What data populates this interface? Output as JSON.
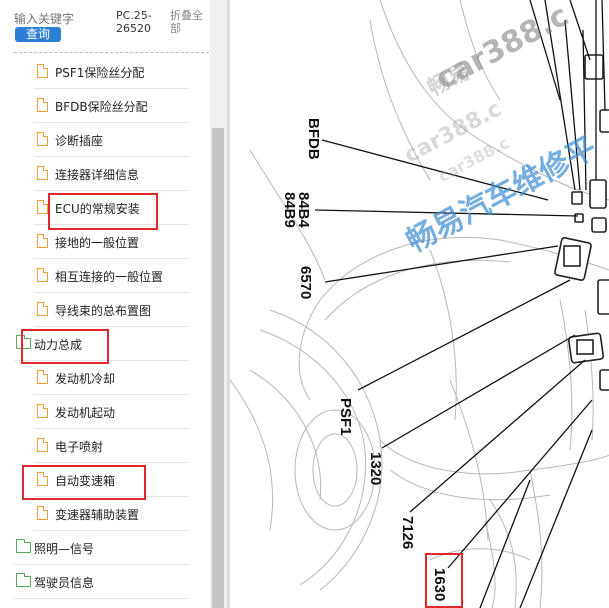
{
  "search": {
    "placeholder": "输入关键字",
    "button_label": "查询"
  },
  "model_code": "PC.25-26520",
  "collapse_all": "折叠全部",
  "tree": [
    {
      "label": "PSF1保险丝分配",
      "type": "doc"
    },
    {
      "label": "BFDB保险丝分配",
      "type": "doc"
    },
    {
      "label": "诊断插座",
      "type": "doc"
    },
    {
      "label": "连接器详细信息",
      "type": "doc"
    },
    {
      "label": "ECU的常规安装",
      "type": "doc",
      "highlighted": true
    },
    {
      "label": "接地的一般位置",
      "type": "doc"
    },
    {
      "label": "相互连接的一般位置",
      "type": "doc"
    },
    {
      "label": "导线束的总布置图",
      "type": "doc"
    },
    {
      "label": "动力总成",
      "type": "folder",
      "highlighted": true
    },
    {
      "label": "发动机冷却",
      "type": "doc"
    },
    {
      "label": "发动机起动",
      "type": "doc"
    },
    {
      "label": "电子喷射",
      "type": "doc"
    },
    {
      "label": "自动变速箱",
      "type": "doc",
      "highlighted": true
    },
    {
      "label": "变速器辅助装置",
      "type": "doc"
    },
    {
      "label": "照明—信号",
      "type": "folder"
    },
    {
      "label": "驾驶员信息",
      "type": "folder"
    }
  ],
  "diagram": {
    "labels": [
      "BFDB",
      "84B4",
      "84B9",
      "6570",
      "PSF1",
      "1320",
      "7126",
      "1630"
    ],
    "highlighted_label": "1630",
    "watermarks": [
      "car388.c",
      "畅易",
      "car388.c",
      "畅易汽车维修平",
      "car388.c"
    ]
  },
  "colors": {
    "highlight": "#e0292e",
    "button": "#2d7fd6",
    "doc_icon": "#e9a33a",
    "folder_icon": "#5aa65a"
  }
}
